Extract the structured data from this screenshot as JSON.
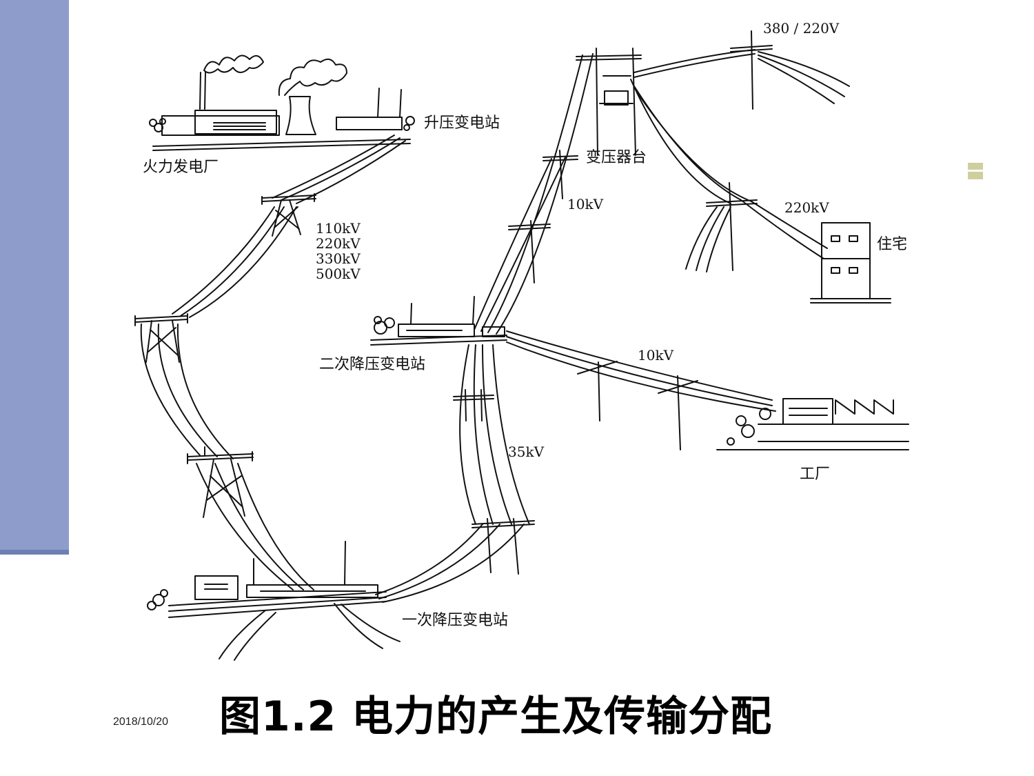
{
  "theme": {
    "sidebar_color": "#8E9CCB",
    "sidebar_base_color": "#6E7FB3",
    "accent_square_color": "#CFCF9E",
    "line_color": "#111111"
  },
  "labels": {
    "thermal_plant": "火力发电厂",
    "step_up_substation": "升压变电站",
    "transmission_voltages": [
      "110kV",
      "220kV",
      "330kV",
      "500kV"
    ],
    "primary_step_down": "一次降压变电站",
    "secondary_step_down": "二次降压变电站",
    "kv_35": "35kV",
    "kv_10_upper": "10kV",
    "kv_10_lower": "10kV",
    "transformer_platform": "变压器台",
    "kv_380_220": "380 / 220V",
    "kv_220": "220kV",
    "residence": "住宅",
    "factory": "工厂"
  },
  "slide": {
    "title": "图1.2  电力的产生及传输分配",
    "date": "2018/10/20"
  }
}
